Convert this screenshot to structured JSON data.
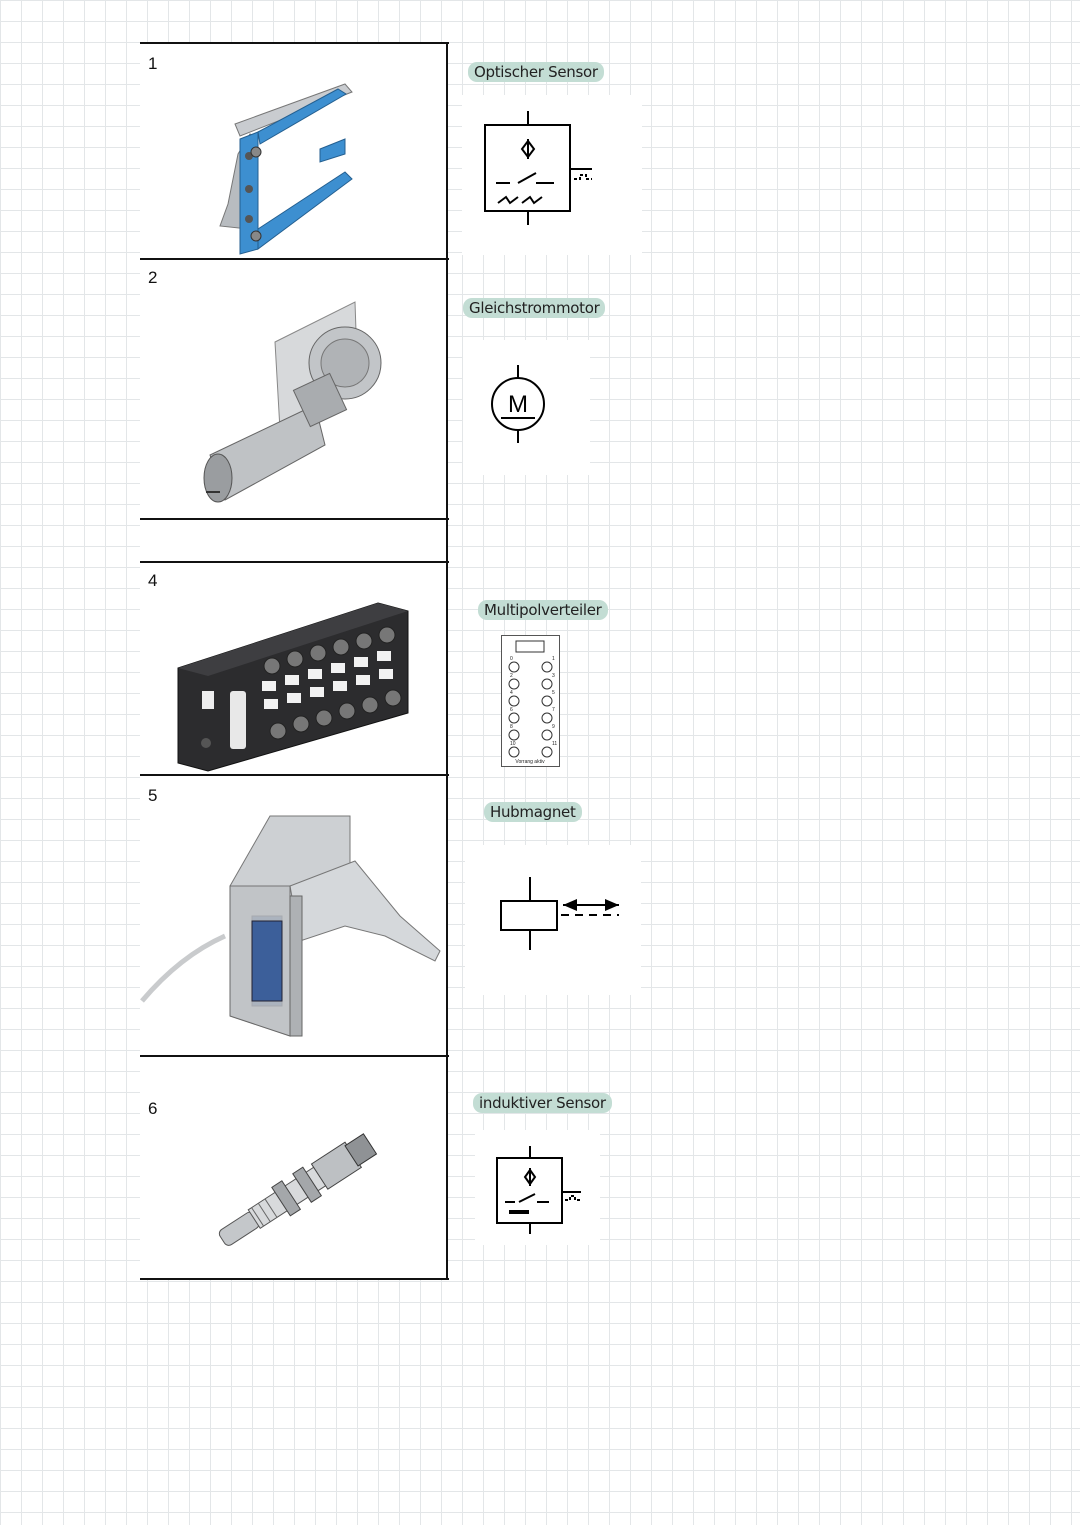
{
  "rows": [
    {
      "number": "1",
      "label": "Optischer Sensor",
      "photo_icon": "fork-light-barrier-photo",
      "symbol_icon": "optical-sensor-symbol"
    },
    {
      "number": "2",
      "label": "Gleichstrommotor",
      "photo_icon": "dc-gear-motor-photo",
      "symbol_icon": "motor-symbol",
      "symbol_text": "M"
    },
    {
      "number": "",
      "label": "",
      "photo_icon": "",
      "symbol_icon": ""
    },
    {
      "number": "4",
      "label": "Multipolverteiler",
      "photo_icon": "multipole-distributor-photo",
      "symbol_icon": "multipole-distributor-symbol",
      "symbol_text": "Vorrang aktiv",
      "port_numbers": [
        "0",
        "1",
        "2",
        "3",
        "4",
        "5",
        "6",
        "7",
        "8",
        "9",
        "10",
        "11"
      ]
    },
    {
      "number": "5",
      "label": "Hubmagnet",
      "photo_icon": "lifting-solenoid-photo",
      "symbol_icon": "solenoid-symbol"
    },
    {
      "number": "6",
      "label": "induktiver Sensor",
      "photo_icon": "inductive-sensor-photo",
      "symbol_icon": "inductive-sensor-symbol"
    }
  ],
  "colors": {
    "label_highlight": "#c3ddd4",
    "grid": "#e3e6e8",
    "sensor_blue": "#3d8fd0"
  }
}
